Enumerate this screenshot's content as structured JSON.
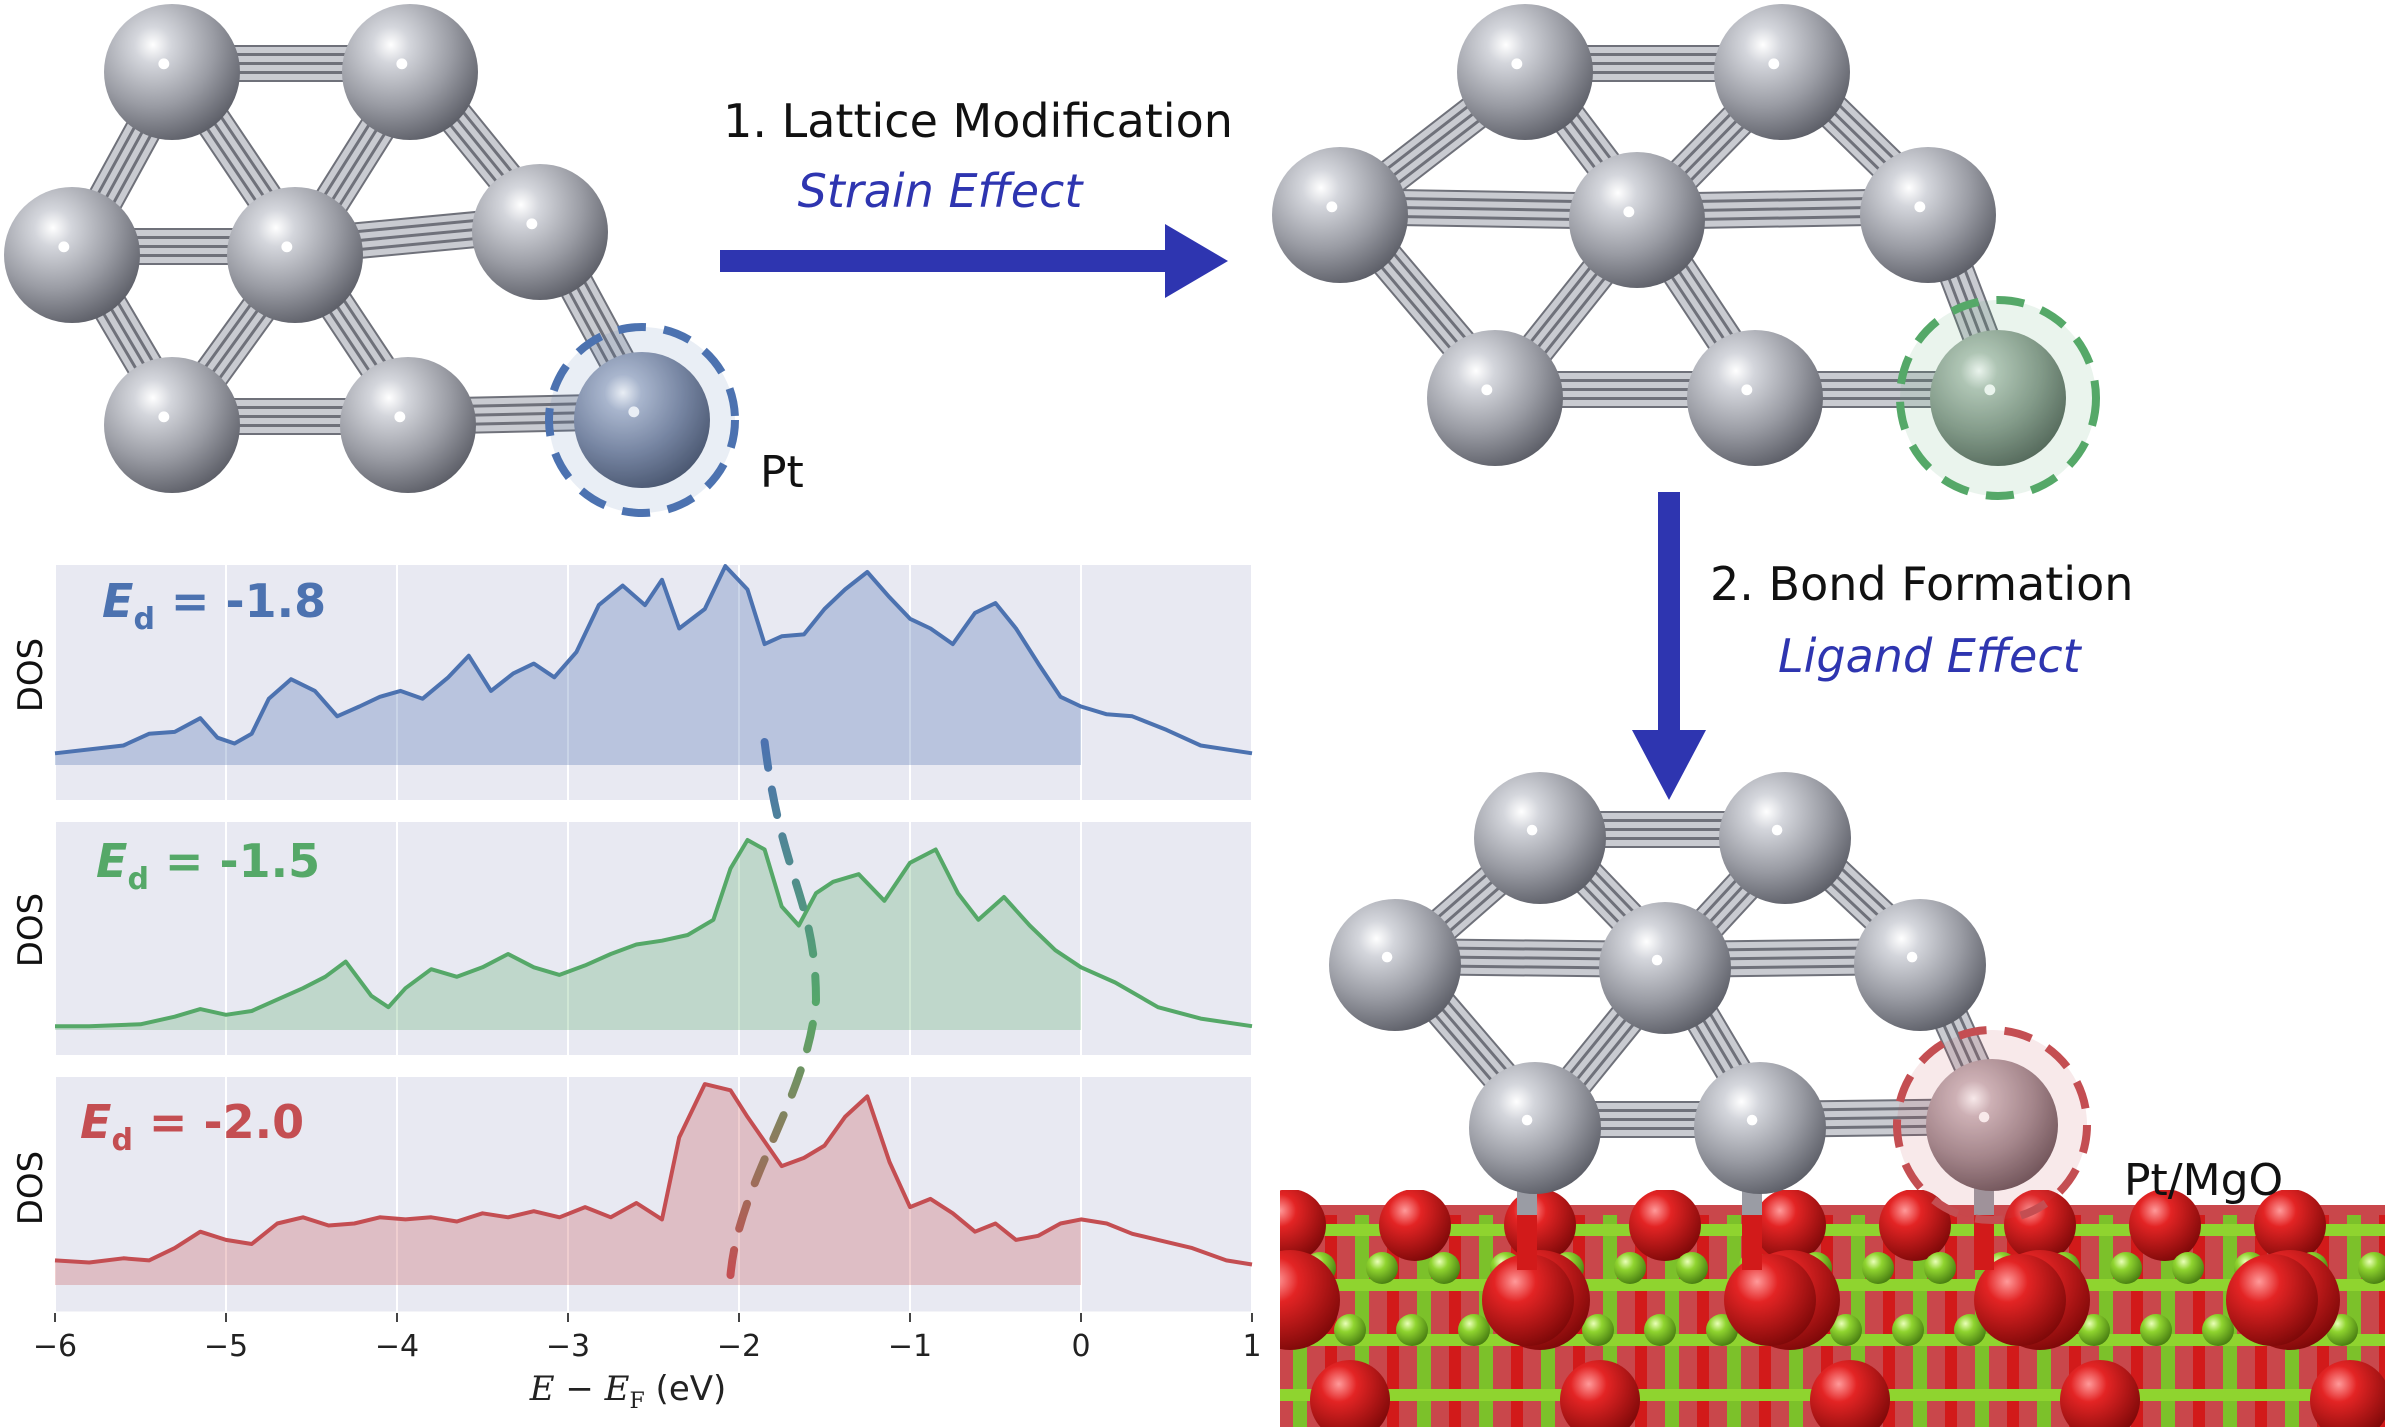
{
  "step1": {
    "title": "1. Lattice Modification",
    "subtitle": "Strain Effect"
  },
  "step2": {
    "title": "2. Bond Formation",
    "subtitle": "Ligand Effect"
  },
  "labels": {
    "pt": "Pt",
    "pt_mgo": "Pt/MgO"
  },
  "colors": {
    "blue": "#4c72b0",
    "green": "#55a868",
    "red": "#c44e52",
    "arrow": "#2e35b0",
    "panel_bg": "#e8e9f2",
    "atom": "#a9abb3",
    "oxygen": "#d21a1a",
    "magnesium": "#8fd42f"
  },
  "panels": [
    {
      "id": "blue",
      "ylabel": "DOS",
      "ed_symbol": "E",
      "ed_sub": "d",
      "ed_value": " = -1.8"
    },
    {
      "id": "green",
      "ylabel": "DOS",
      "ed_symbol": "E",
      "ed_sub": "d",
      "ed_value": " = -1.5"
    },
    {
      "id": "red",
      "ylabel": "DOS",
      "ed_symbol": "E",
      "ed_sub": "d",
      "ed_value": " = -2.0"
    }
  ],
  "axis": {
    "xlabel_main": "E − E",
    "xlabel_sub": "F",
    "xlabel_unit": " (eV)",
    "xlim": [
      -6,
      1
    ],
    "ticks": [
      "−6",
      "−5",
      "−4",
      "−3",
      "−2",
      "−1",
      "0",
      "1"
    ]
  },
  "chart_data": {
    "type": "area",
    "xlabel": "E − E_F (eV)",
    "ylabel": "DOS",
    "xlim": [
      -6,
      1
    ],
    "fill_upto": 0,
    "d_band_center_trace": [
      -1.85,
      -1.55,
      -2.05
    ],
    "series": [
      {
        "name": "E_d = -1.8",
        "color": "#4c72b0",
        "x": [
          -6,
          -5.6,
          -5.45,
          -5.3,
          -5.15,
          -5.05,
          -4.95,
          -4.85,
          -4.75,
          -4.62,
          -4.48,
          -4.35,
          -4.22,
          -4.1,
          -3.98,
          -3.85,
          -3.7,
          -3.58,
          -3.45,
          -3.32,
          -3.2,
          -3.08,
          -2.95,
          -2.82,
          -2.68,
          -2.55,
          -2.45,
          -2.35,
          -2.2,
          -2.08,
          -1.95,
          -1.85,
          -1.75,
          -1.62,
          -1.5,
          -1.38,
          -1.25,
          -1.12,
          -1.0,
          -0.88,
          -0.75,
          -0.62,
          -0.5,
          -0.38,
          -0.25,
          -0.12,
          0,
          0.15,
          0.3,
          0.5,
          0.7,
          1.0
        ],
        "y": [
          0.06,
          0.1,
          0.16,
          0.17,
          0.24,
          0.14,
          0.11,
          0.16,
          0.34,
          0.44,
          0.38,
          0.25,
          0.3,
          0.35,
          0.38,
          0.34,
          0.45,
          0.56,
          0.38,
          0.47,
          0.52,
          0.45,
          0.58,
          0.82,
          0.92,
          0.82,
          0.95,
          0.7,
          0.8,
          1.02,
          0.9,
          0.62,
          0.66,
          0.67,
          0.8,
          0.9,
          0.99,
          0.86,
          0.75,
          0.7,
          0.62,
          0.78,
          0.83,
          0.7,
          0.52,
          0.35,
          0.3,
          0.26,
          0.25,
          0.18,
          0.1,
          0.06
        ]
      },
      {
        "name": "E_d = -1.5",
        "color": "#55a868",
        "x": [
          -6,
          -5.8,
          -5.5,
          -5.3,
          -5.15,
          -5.0,
          -4.85,
          -4.7,
          -4.55,
          -4.42,
          -4.3,
          -4.15,
          -4.05,
          -3.95,
          -3.8,
          -3.65,
          -3.5,
          -3.35,
          -3.2,
          -3.05,
          -2.9,
          -2.75,
          -2.6,
          -2.45,
          -2.3,
          -2.15,
          -2.05,
          -1.95,
          -1.85,
          -1.75,
          -1.65,
          -1.55,
          -1.45,
          -1.3,
          -1.15,
          -1.0,
          -0.85,
          -0.72,
          -0.6,
          -0.45,
          -0.3,
          -0.15,
          0,
          0.2,
          0.45,
          0.7,
          1.0
        ],
        "y": [
          0.02,
          0.02,
          0.03,
          0.07,
          0.11,
          0.08,
          0.1,
          0.16,
          0.22,
          0.28,
          0.36,
          0.18,
          0.12,
          0.22,
          0.32,
          0.28,
          0.33,
          0.4,
          0.33,
          0.29,
          0.34,
          0.4,
          0.45,
          0.47,
          0.5,
          0.58,
          0.85,
          1.0,
          0.95,
          0.65,
          0.55,
          0.72,
          0.78,
          0.82,
          0.68,
          0.88,
          0.95,
          0.72,
          0.58,
          0.7,
          0.55,
          0.42,
          0.33,
          0.25,
          0.12,
          0.06,
          0.02
        ]
      },
      {
        "name": "E_d = -2.0",
        "color": "#c44e52",
        "x": [
          -6,
          -5.8,
          -5.6,
          -5.45,
          -5.3,
          -5.15,
          -5.0,
          -4.85,
          -4.7,
          -4.55,
          -4.4,
          -4.25,
          -4.1,
          -3.95,
          -3.8,
          -3.65,
          -3.5,
          -3.35,
          -3.2,
          -3.05,
          -2.9,
          -2.75,
          -2.6,
          -2.45,
          -2.35,
          -2.2,
          -2.05,
          -1.95,
          -1.85,
          -1.75,
          -1.62,
          -1.5,
          -1.38,
          -1.25,
          -1.12,
          -1.0,
          -0.88,
          -0.75,
          -0.62,
          -0.5,
          -0.38,
          -0.25,
          -0.12,
          0,
          0.15,
          0.3,
          0.45,
          0.65,
          0.85,
          1.0
        ],
        "y": [
          0.12,
          0.11,
          0.13,
          0.12,
          0.18,
          0.26,
          0.22,
          0.2,
          0.3,
          0.33,
          0.29,
          0.3,
          0.33,
          0.32,
          0.33,
          0.31,
          0.35,
          0.33,
          0.36,
          0.33,
          0.38,
          0.33,
          0.4,
          0.32,
          0.72,
          0.98,
          0.95,
          0.82,
          0.7,
          0.58,
          0.62,
          0.68,
          0.82,
          0.92,
          0.6,
          0.38,
          0.42,
          0.35,
          0.26,
          0.3,
          0.22,
          0.24,
          0.3,
          0.32,
          0.3,
          0.25,
          0.22,
          0.18,
          0.12,
          0.1
        ]
      }
    ]
  }
}
